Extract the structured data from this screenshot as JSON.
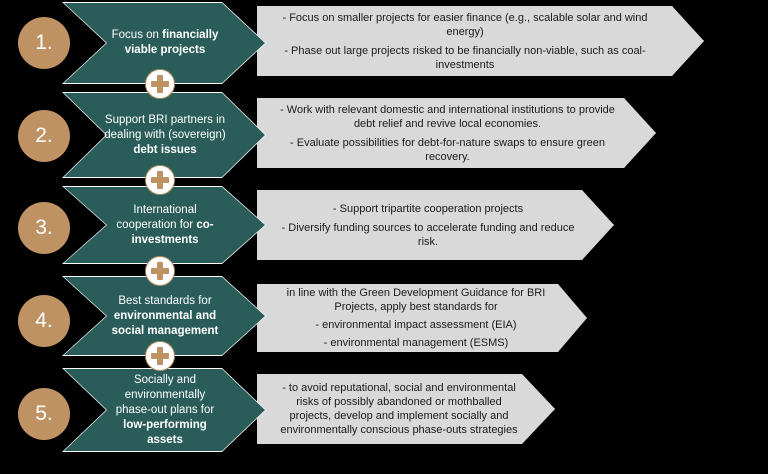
{
  "diagram": {
    "colors": {
      "background": "#000000",
      "chevron_green": "#2a5d5a",
      "number_circle": "#bf9264",
      "plus_icon": "#bf9264",
      "detail_gray": "#d9d9d9"
    },
    "steps": [
      {
        "number": "1.",
        "title_plain": "Focus on ",
        "title_bold": "financially viable projects",
        "details": [
          "- Focus on smaller projects for easier finance (e.g., scalable solar and wind energy)",
          "- Phase out large projects risked to be financially non-viable, such as coal-investments"
        ]
      },
      {
        "number": "2.",
        "title_plain": "Support BRI partners in dealing with (sovereign) ",
        "title_bold": "debt issues",
        "details": [
          "- Work with relevant domestic and international institutions to provide debt relief and revive local economies.",
          "- Evaluate possibilities for debt-for-nature swaps to ensure green recovery."
        ]
      },
      {
        "number": "3.",
        "title_plain": "International cooperation for ",
        "title_bold": "co-investments",
        "details": [
          "- Support tripartite cooperation projects",
          "- Diversify funding sources to accelerate funding and reduce risk."
        ]
      },
      {
        "number": "4.",
        "title_plain": "Best standards for ",
        "title_bold": "environmental and social management",
        "details": [
          "in line with the Green Development Guidance for BRI Projects, apply best standards for",
          "- environmental impact assessment (EIA)",
          "- environmental management (ESMS)"
        ]
      },
      {
        "number": "5.",
        "title_plain": "Socially and environmentally phase-out plans for ",
        "title_bold": "low-performing assets",
        "details": [
          "- to avoid reputational, social and environmental risks of possibly abandoned or mothballed projects, develop and implement socially and environmentally conscious phase-outs strategies"
        ]
      }
    ],
    "connector_icon": "plus-icon"
  }
}
